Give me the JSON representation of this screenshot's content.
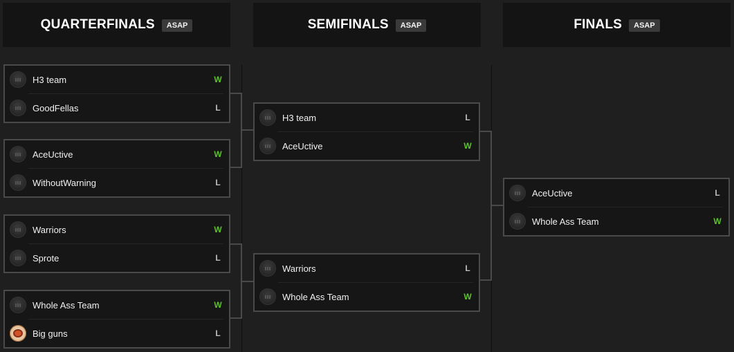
{
  "rounds": [
    {
      "title": "QUARTERFINALS",
      "badge": "ASAP"
    },
    {
      "title": "SEMIFINALS",
      "badge": "ASAP"
    },
    {
      "title": "FINALS",
      "badge": "ASAP"
    }
  ],
  "quarterfinals": [
    {
      "team1": {
        "name": "H3 team",
        "result": "W",
        "avatar": "team-logo-icon"
      },
      "team2": {
        "name": "GoodFellas",
        "result": "L",
        "avatar": "team-logo-icon"
      }
    },
    {
      "team1": {
        "name": "AceUctive",
        "result": "W",
        "avatar": "team-logo-icon"
      },
      "team2": {
        "name": "WithoutWarning",
        "result": "L",
        "avatar": "team-logo-icon"
      }
    },
    {
      "team1": {
        "name": "Warriors",
        "result": "W",
        "avatar": "team-logo-icon"
      },
      "team2": {
        "name": "Sprote",
        "result": "L",
        "avatar": "team-logo-icon"
      }
    },
    {
      "team1": {
        "name": "Whole Ass Team",
        "result": "W",
        "avatar": "team-logo-icon"
      },
      "team2": {
        "name": "Big guns",
        "result": "L",
        "avatar": "big-guns-logo-icon"
      }
    }
  ],
  "semifinals": [
    {
      "team1": {
        "name": "H3 team",
        "result": "L",
        "avatar": "team-logo-icon"
      },
      "team2": {
        "name": "AceUctive",
        "result": "W",
        "avatar": "team-logo-icon"
      }
    },
    {
      "team1": {
        "name": "Warriors",
        "result": "L",
        "avatar": "team-logo-icon"
      },
      "team2": {
        "name": "Whole Ass Team",
        "result": "W",
        "avatar": "team-logo-icon"
      }
    }
  ],
  "finals": [
    {
      "team1": {
        "name": "AceUctive",
        "result": "L",
        "avatar": "team-logo-icon"
      },
      "team2": {
        "name": "Whole Ass Team",
        "result": "W",
        "avatar": "team-logo-icon"
      }
    }
  ],
  "colors": {
    "win": "#5cc22b",
    "loss": "#bdbdbd",
    "connector": "#4a4a4a",
    "header_bg": "#141414"
  }
}
